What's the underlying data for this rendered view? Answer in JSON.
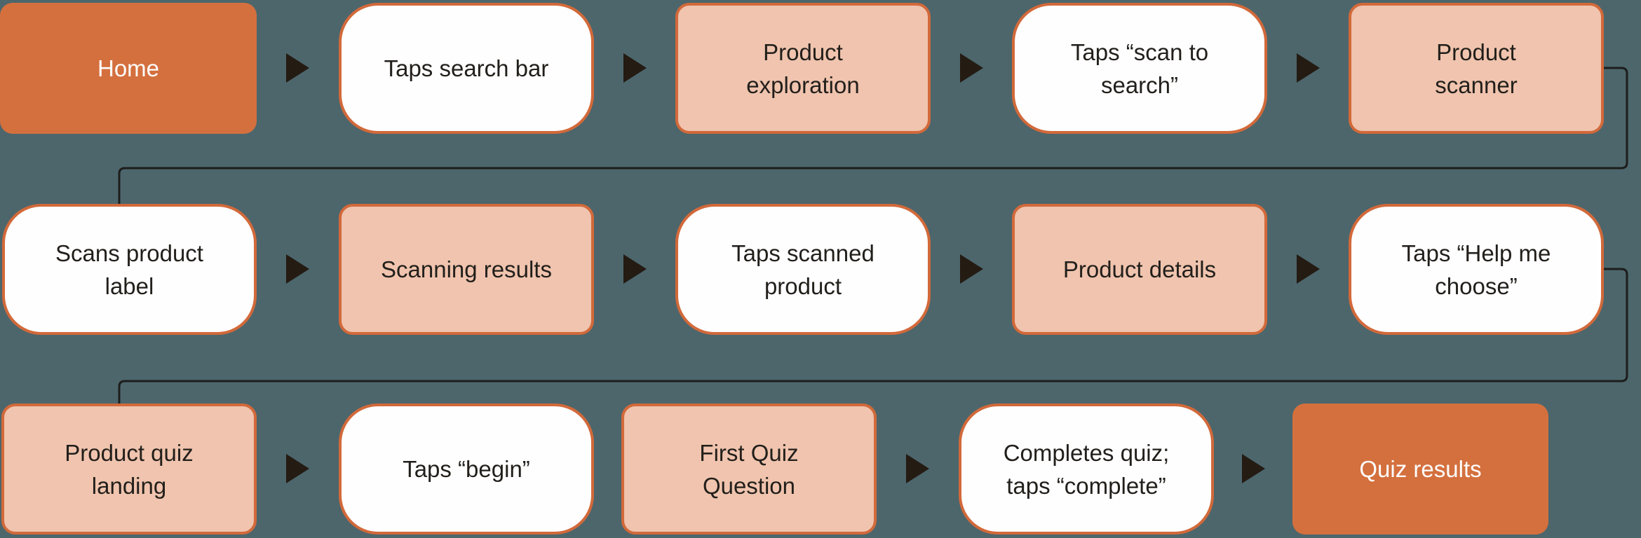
{
  "colors": {
    "background": "#4C666C",
    "accent_orange": "#D4703E",
    "tint_fill": "#F0C4AE",
    "box_border": "#D2693A",
    "white_fill": "#FEFEFE",
    "dark_text": "#221F1B",
    "light_text": "#FDFDFD",
    "arrow": "#241B13",
    "connector": "#1D1D1B"
  },
  "diagram": {
    "type": "user-flow",
    "rows": [
      {
        "nodes": [
          {
            "label": "Home",
            "style": "solid-orange"
          },
          {
            "label": "Taps search bar",
            "style": "white-outline"
          },
          {
            "label": "Product\nexploration",
            "style": "salmon-tint"
          },
          {
            "label": "Taps “scan to\nsearch”",
            "style": "white-outline"
          },
          {
            "label": "Product\nscanner",
            "style": "salmon-tint"
          }
        ]
      },
      {
        "nodes": [
          {
            "label": "Scans product\nlabel",
            "style": "white-outline"
          },
          {
            "label": "Scanning results",
            "style": "salmon-tint"
          },
          {
            "label": "Taps scanned\nproduct",
            "style": "white-outline"
          },
          {
            "label": "Product details",
            "style": "salmon-tint"
          },
          {
            "label": "Taps “Help me\nchoose”",
            "style": "white-outline"
          }
        ]
      },
      {
        "nodes": [
          {
            "label": "Product quiz\nlanding",
            "style": "salmon-tint"
          },
          {
            "label": "Taps “begin”",
            "style": "white-outline"
          },
          {
            "label": "First Quiz\nQuestion",
            "style": "salmon-tint"
          },
          {
            "label": "Completes quiz;\ntaps “complete”",
            "style": "white-outline"
          },
          {
            "label": "Quiz results",
            "style": "solid-orange"
          }
        ]
      }
    ]
  }
}
